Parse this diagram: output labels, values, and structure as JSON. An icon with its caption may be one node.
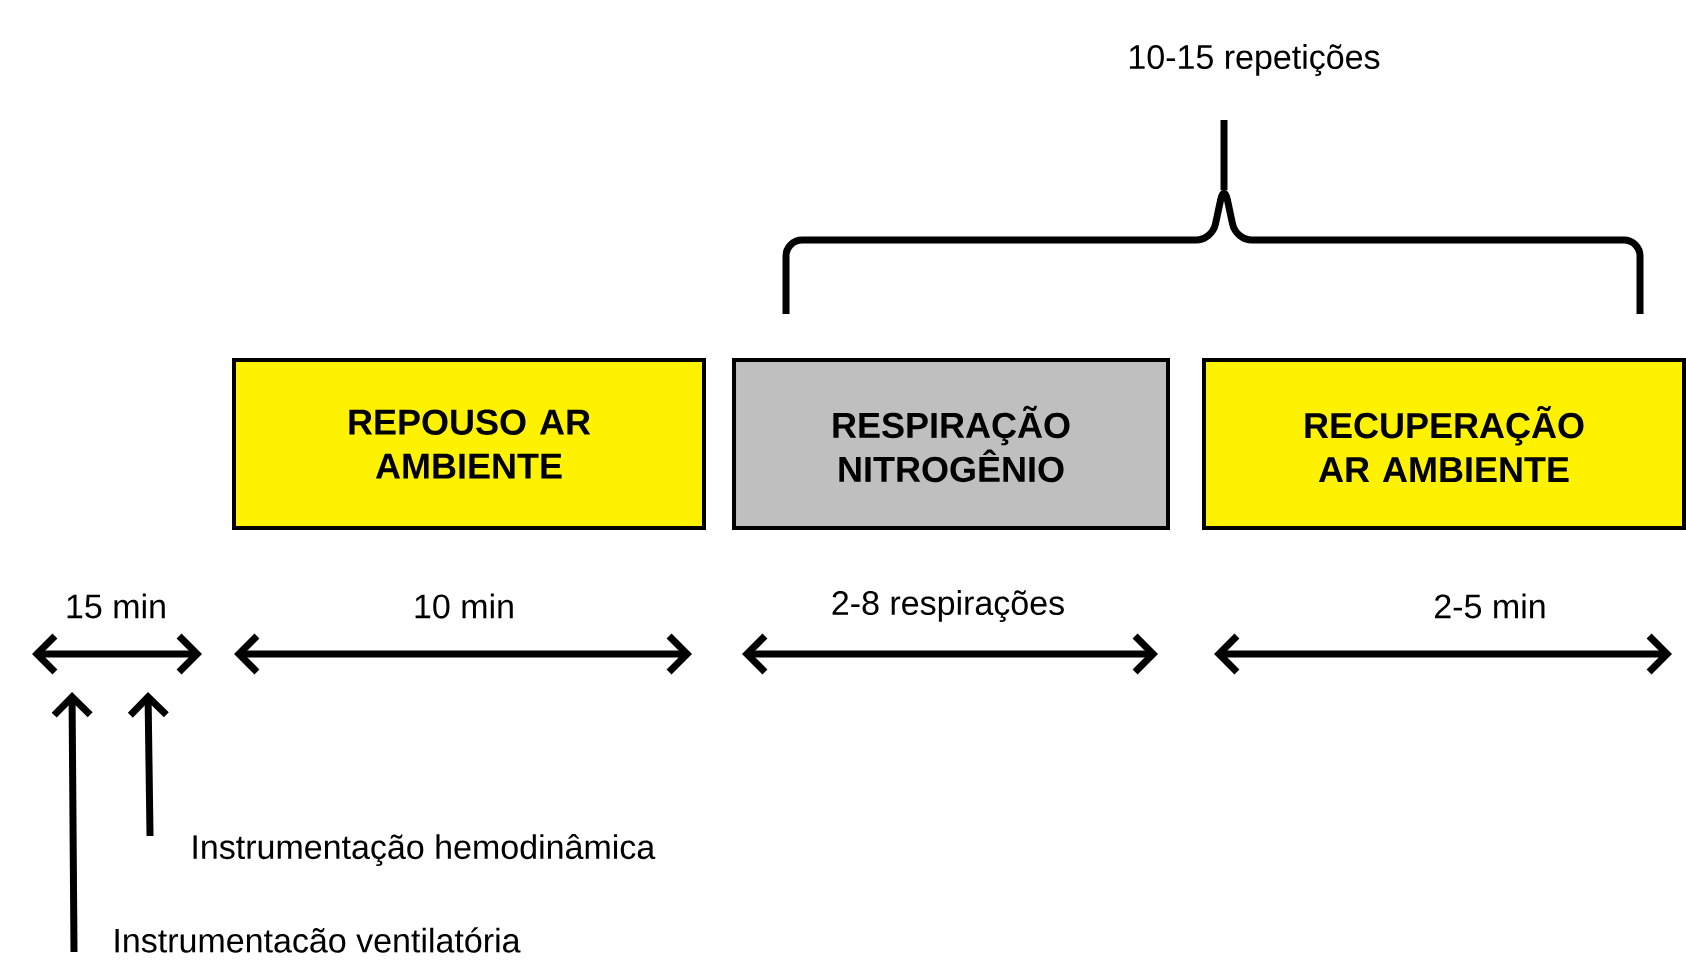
{
  "diagram": {
    "nodes": [
      {
        "text": [
          "REPOUSO AR AMBIENTE"
        ]
      },
      {
        "text": [
          "RESPIRAÇÃO NITROGÊNIO"
        ]
      },
      {
        "text": [
          "RECUPERAÇÃO AR AMBIENTE"
        ]
      },
      {
        "text": [
          "Instrumentação hemodinâmica"
        ]
      },
      {
        "text": [
          "Instrumentacão ventilatória"
        ]
      }
    ],
    "edges": [
      {
        "from": 3,
        "to": null,
        "arrow": "to"
      },
      {
        "from": 4,
        "to": null,
        "arrow": "to"
      }
    ],
    "labels": [
      "10-15 repetições",
      "15 min",
      "10 min",
      "2-8 respirações",
      "2-5 min"
    ]
  }
}
